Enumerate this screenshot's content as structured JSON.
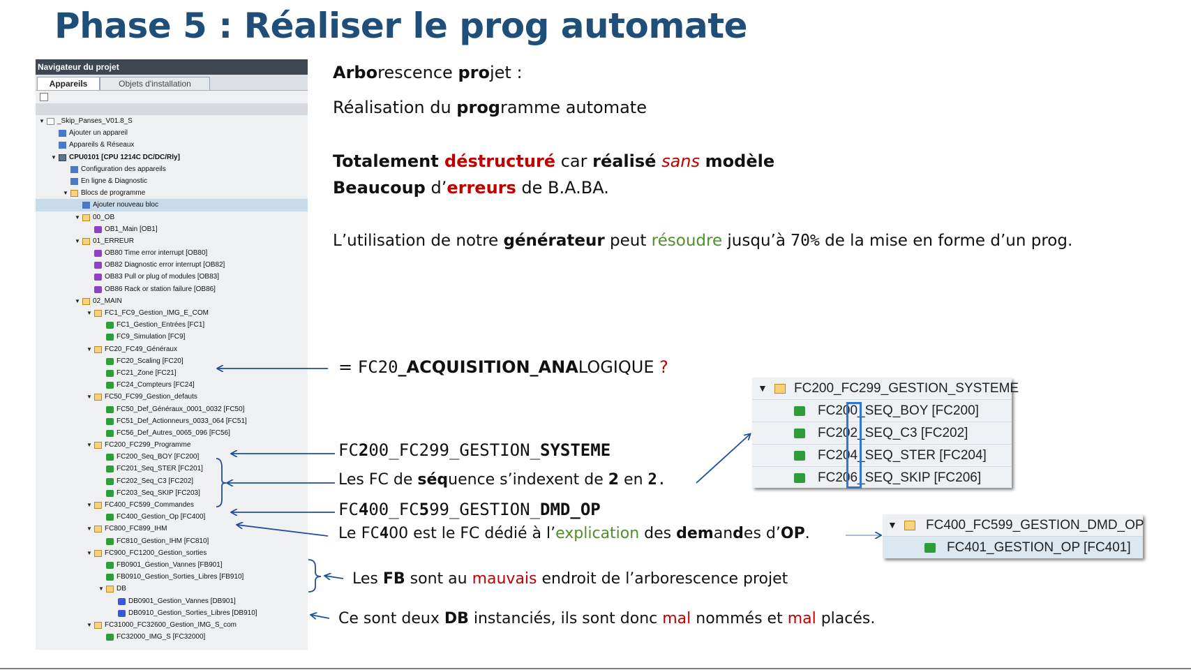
{
  "slide": {
    "title": "Phase 5 : Réaliser le prog automate"
  },
  "navigator": {
    "header": "Navigateur du projet",
    "tabs": [
      "Appareils",
      "Objets d'installation"
    ],
    "tree": [
      {
        "label": "_Skip_Panses_V01.8_S",
        "depth": 0,
        "expand": "▼",
        "icon": "project-icon"
      },
      {
        "label": "Ajouter un appareil",
        "depth": 1,
        "icon": "add-device-icon"
      },
      {
        "label": "Appareils & Réseaux",
        "depth": 1,
        "icon": "network-icon"
      },
      {
        "label": "CPU0101 [CPU 1214C DC/DC/Rly]",
        "depth": 1,
        "expand": "▼",
        "icon": "plc-icon",
        "bold": true
      },
      {
        "label": "Configuration des appareils",
        "depth": 2,
        "icon": "config-icon"
      },
      {
        "label": "En ligne & Diagnostic",
        "depth": 2,
        "icon": "diagnostic-icon"
      },
      {
        "label": "Blocs de programme",
        "depth": 2,
        "expand": "▼",
        "icon": "folder-icon"
      },
      {
        "label": "Ajouter nouveau bloc",
        "depth": 3,
        "icon": "add-block-icon",
        "selected": true
      },
      {
        "label": "00_OB",
        "depth": 3,
        "expand": "▼",
        "icon": "folder-icon"
      },
      {
        "label": "OB1_Main [OB1]",
        "depth": 4,
        "icon": "ob-icon"
      },
      {
        "label": "01_ERREUR",
        "depth": 3,
        "expand": "▼",
        "icon": "folder-icon"
      },
      {
        "label": "OB80 Time error interrupt [OB80]",
        "depth": 4,
        "icon": "ob-icon"
      },
      {
        "label": "OB82 Diagnostic error interrupt [OB82]",
        "depth": 4,
        "icon": "ob-icon"
      },
      {
        "label": "OB83 Pull or plug of modules [OB83]",
        "depth": 4,
        "icon": "ob-icon"
      },
      {
        "label": "OB86 Rack or station failure [OB86]",
        "depth": 4,
        "icon": "ob-icon"
      },
      {
        "label": "02_MAIN",
        "depth": 3,
        "expand": "▼",
        "icon": "folder-icon"
      },
      {
        "label": "FC1_FC9_Gestion_IMG_E_COM",
        "depth": 4,
        "expand": "▼",
        "icon": "folder-icon"
      },
      {
        "label": "FC1_Gestion_Entrées [FC1]",
        "depth": 5,
        "icon": "fc-icon"
      },
      {
        "label": "FC9_Simulation [FC9]",
        "depth": 5,
        "icon": "fc-icon"
      },
      {
        "label": "FC20_FC49_Généraux",
        "depth": 4,
        "expand": "▼",
        "icon": "folder-icon"
      },
      {
        "label": "FC20_Scaling [FC20]",
        "depth": 5,
        "icon": "fc-icon"
      },
      {
        "label": "FC21_Zone [FC21]",
        "depth": 5,
        "icon": "fc-icon"
      },
      {
        "label": "FC24_Compteurs [FC24]",
        "depth": 5,
        "icon": "fc-icon"
      },
      {
        "label": "FC50_FC99_Gestion_defauts",
        "depth": 4,
        "expand": "▼",
        "icon": "folder-icon"
      },
      {
        "label": "FC50_Def_Généraux_0001_0032 [FC50]",
        "depth": 5,
        "icon": "fc-icon"
      },
      {
        "label": "FC51_Def_Actionneurs_0033_064 [FC51]",
        "depth": 5,
        "icon": "fc-icon"
      },
      {
        "label": "FC56_Def_Autres_0065_096 [FC56]",
        "depth": 5,
        "icon": "fc-icon"
      },
      {
        "label": "FC200_FC299_Programme",
        "depth": 4,
        "expand": "▼",
        "icon": "folder-icon"
      },
      {
        "label": "FC200_Seq_BOY [FC200]",
        "depth": 5,
        "icon": "fc-icon"
      },
      {
        "label": "FC201_Seq_STER [FC201]",
        "depth": 5,
        "icon": "fc-icon"
      },
      {
        "label": "FC202_Seq_C3 [FC202]",
        "depth": 5,
        "icon": "fc-icon"
      },
      {
        "label": "FC203_Seq_SKIP [FC203]",
        "depth": 5,
        "icon": "fc-icon"
      },
      {
        "label": "FC400_FC599_Commandes",
        "depth": 4,
        "expand": "▼",
        "icon": "folder-icon"
      },
      {
        "label": "FC400_Gestion_Op [FC400]",
        "depth": 5,
        "icon": "fc-icon"
      },
      {
        "label": "FC800_FC899_IHM",
        "depth": 4,
        "expand": "▼",
        "icon": "folder-icon"
      },
      {
        "label": "FC810_Gestion_IHM [FC810]",
        "depth": 5,
        "icon": "fc-icon"
      },
      {
        "label": "FC900_FC1200_Gestion_sorties",
        "depth": 4,
        "expand": "▼",
        "icon": "folder-icon"
      },
      {
        "label": "FB0901_Gestion_Vannes [FB901]",
        "depth": 5,
        "icon": "fb-icon"
      },
      {
        "label": "FB0910_Gestion_Sorties_Libres [FB910]",
        "depth": 5,
        "icon": "fb-icon"
      },
      {
        "label": "DB",
        "depth": 5,
        "expand": "▼",
        "icon": "folder-icon"
      },
      {
        "label": "DB0901_Gestion_Vannes [DB901]",
        "depth": 6,
        "icon": "db-icon"
      },
      {
        "label": "DB0910_Gestion_Sorties_Libres [DB910]",
        "depth": 6,
        "icon": "db-icon"
      },
      {
        "label": "FC31000_FC32600_Gestion_IMG_S_com",
        "depth": 4,
        "expand": "▼",
        "icon": "folder-icon"
      },
      {
        "label": "FC32000_IMG_S [FC32000]",
        "depth": 5,
        "icon": "fc-icon"
      }
    ]
  },
  "text": {
    "arbo": {
      "p1": "Arbo",
      "p2": "rescence ",
      "p3": "pro",
      "p4": "j",
      "p5": "et :"
    },
    "realisation": {
      "p1": "Réalisation du ",
      "p2": "prog",
      "p3": "ramme automate"
    },
    "destructure": {
      "p1": "Totalement ",
      "p2": "déstructuré",
      "p3": " car ",
      "p4": "réalisé",
      "p5": " ",
      "p6": "sans",
      "p7": " ",
      "p8": "modèle"
    },
    "erreurs": {
      "p1": "Beaucoup",
      "p2": " d’",
      "p3": "erreurs",
      "p4": " de B.A.BA."
    },
    "generateur": {
      "p1": "L’utilisation de notre ",
      "p2": "générateur",
      "p3": " peut ",
      "p4": "résoudre",
      "p5": " jusqu’à ",
      "p6": "70%",
      "p7": " de la mise en forme d’un prog."
    },
    "fc20": {
      "p1": "= ",
      "p2": "FC20",
      "p3": "_ACQUISITION_ANA",
      "p4": "LOGIQUE",
      "p5": " ?"
    },
    "fc200_title": {
      "p1": "FC",
      "p2": "2",
      "p3": "00_FC299_GESTION_",
      "p4": "SYSTEME"
    },
    "sequence": {
      "p1": "Les FC de ",
      "p2": "séq",
      "p3": "uence s’indexent de ",
      "p4": "2",
      "p5": " en ",
      "p6": "2",
      "p7": "."
    },
    "fc400_title": {
      "p1": "FC",
      "p2": "4",
      "p3": "00_FC",
      "p4": "5",
      "p5": "99_GESTION_",
      "p6": "DMD_OP"
    },
    "fc400_desc": {
      "p1": "Le ",
      "p2": "FC",
      "p3": "4",
      "p4": "00 est le FC dédié à l’",
      "p5": "explication",
      "p6": " des ",
      "p7": "dem",
      "p8": "an",
      "p9": "d",
      "p10": "es d’",
      "p11": "OP",
      "p12": "."
    },
    "fb": {
      "p1": "Les ",
      "p2": "FB",
      "p3": " sont au ",
      "p4": "mauvais",
      "p5": " endroit de l’arborescence projet"
    },
    "db": {
      "p1": "Ce sont deux ",
      "p2": "DB",
      "p3": " instanciés, ils sont donc ",
      "p4": "mal",
      "p5": " nommés et ",
      "p6": "mal",
      "p7": " placés."
    }
  },
  "zoom_fc200": {
    "folder": "FC200_FC299_GESTION_SYSTEME",
    "items": [
      "FC200_SEQ_BOY [FC200]",
      "FC202_SEQ_C3 [FC202]",
      "FC204_SEQ_STER [FC204]",
      "FC206_SEQ_SKIP [FC206]"
    ]
  },
  "zoom_fc400": {
    "folder": "FC400_FC599_GESTION_DMD_OP",
    "items": [
      "FC401_GESTION_OP [FC401]"
    ]
  },
  "colors": {
    "title": "#1f4e79",
    "red": "#c00000",
    "green": "#4e8f2b",
    "arrow": "#1f4e9c",
    "highlight": "#2e75d4"
  }
}
